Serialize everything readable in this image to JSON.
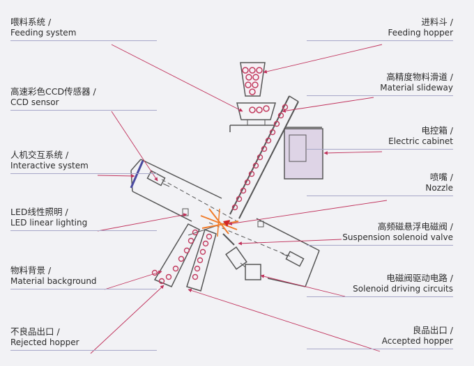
{
  "left_labels": [
    {
      "zh": "喂料系统 /",
      "en": "Feeding system"
    },
    {
      "zh": "高速彩色CCD传感器 /",
      "en": "CCD sensor"
    },
    {
      "zh": "人机交互系统 /",
      "en": "Interactive system"
    },
    {
      "zh": "LED线性照明 /",
      "en": "LED linear lighting"
    },
    {
      "zh": "物料背景 /",
      "en": "Material background"
    },
    {
      "zh": "不良品出口 /",
      "en": "Rejected hopper"
    }
  ],
  "right_labels": [
    {
      "zh": "进料斗 /",
      "en": "Feeding hopper"
    },
    {
      "zh": "高精度物料滑道 /",
      "en": "Material slideway"
    },
    {
      "zh": "电控箱 /",
      "en": "Electric cabinet"
    },
    {
      "zh": "喷嘴 /",
      "en": "Nozzle"
    },
    {
      "zh": "高频磁悬浮电磁阀 /",
      "en": "Suspension solenoid valve"
    },
    {
      "zh": "电磁阀驱动电路 /",
      "en": "Solenoid driving circuits"
    },
    {
      "zh": "良品出口 /",
      "en": "Accepted hopper"
    }
  ],
  "colors": {
    "line": "#555555",
    "pointer": "#c0305a",
    "particle": "#c23a5e",
    "cabinet": "#ded4e6",
    "beam": "#f07b2a"
  }
}
